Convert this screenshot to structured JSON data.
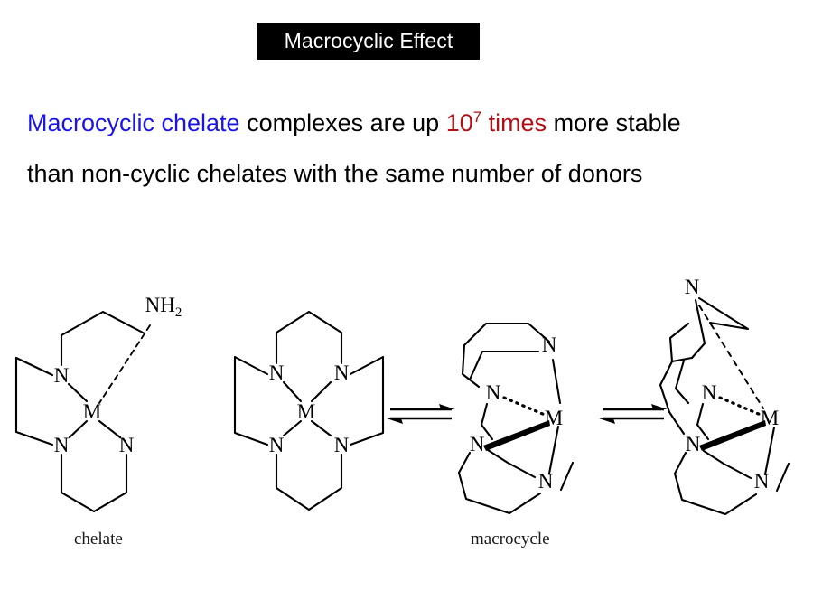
{
  "slide": {
    "title": "Macrocyclic Effect",
    "title_bg_color": "#000000",
    "title_text_color": "#ffffff",
    "background_color": "#ffffff"
  },
  "statement": {
    "line1": {
      "part1_blue": "Macrocyclic chelate",
      "part2_black": " complexes are up ",
      "part3_red_base": "10",
      "part3_red_exponent": "7",
      "part4_red": " times",
      "part5_black": " more stable"
    },
    "line2": "than non-cyclic chelates with the same number of donors",
    "colors": {
      "blue": "#1a14e6",
      "red": "#b01016",
      "black": "#000000"
    }
  },
  "diagram": {
    "captions": {
      "chelate": "chelate",
      "macrocycle": "macrocycle"
    },
    "structures": [
      {
        "id": "chelate-complex",
        "name": "open-chain tetraamine chelate",
        "metal_label": "M",
        "donor_labels": [
          "N",
          "N",
          "N"
        ],
        "pendant_label": "NH",
        "pendant_subscript": "2",
        "bond_types": [
          "solid",
          "dashed"
        ]
      },
      {
        "id": "macrocycle-planar",
        "name": "planar tetraaza macrocycle",
        "metal_label": "M",
        "donor_labels": [
          "N",
          "N",
          "N",
          "N"
        ],
        "bond_types": [
          "solid"
        ]
      },
      {
        "id": "macrocycle-folded",
        "name": "folded tetraaza macrocycle",
        "metal_label": "M",
        "donor_labels": [
          "N",
          "N",
          "N",
          "N"
        ],
        "bond_types": [
          "solid",
          "dotted",
          "wedge"
        ]
      },
      {
        "id": "macrocycle-partially-dissociated",
        "name": "partially dissociated macrocycle",
        "metal_label": "M",
        "donor_labels": [
          "N",
          "N",
          "N",
          "N"
        ],
        "bond_types": [
          "solid",
          "dotted",
          "wedge",
          "dashed"
        ]
      }
    ],
    "equilibrium_arrows": [
      {
        "id": "equilibrium-arrow-1",
        "symbol": "reversible-reaction"
      },
      {
        "id": "equilibrium-arrow-2",
        "symbol": "reversible-reaction"
      }
    ],
    "atom_label_color": "#000000",
    "bond_color": "#000000"
  }
}
